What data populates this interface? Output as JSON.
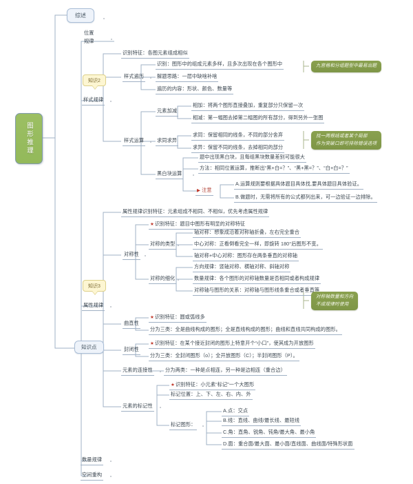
{
  "root": {
    "label": "图形推理"
  },
  "branches": {
    "overview": {
      "label": "综述"
    },
    "knowledge": {
      "label": "知识点"
    },
    "position": {
      "label_line1": "位置",
      "label_line2": "规律"
    },
    "style": {
      "label": "样式规律",
      "callout": "知识2"
    },
    "attribute": {
      "label": "属性规律",
      "callout": "知识3"
    },
    "quantity": {
      "label": "数量规律"
    },
    "spatial": {
      "label": "空间重构"
    }
  },
  "style_rule": {
    "identify_feature": "识别特征：各图元素组成相似",
    "traversal": {
      "label": "样式遍历",
      "items": [
        "识别：图形中的组成元素多样，且多次出现在各个图形中",
        "解题思路：一层中缺啥补啥",
        "遍历的内容：形状、颜色、数量等"
      ],
      "annotation": "九宫格和分组题型中最易出题"
    },
    "operation": {
      "label": "样式运算",
      "add_subtract": {
        "label": "元素加减",
        "items": [
          "相加：将两个图形直接叠加，重复部分只保留一次",
          "相减：第一幅图去掉第二幅图的所有部分，得到另外一张图"
        ]
      },
      "same_diff": {
        "label": "求同求异",
        "items": [
          "求同：保留相同的线条，不同的部分舍弃",
          "求异：保留不同的线条，去掉相同的部分"
        ],
        "annotation_line1": "找一两根线或者某个局部",
        "annotation_line2": "作为突破口即可排除错误选项"
      },
      "black_white": {
        "label": "黑白块运算",
        "items": [
          "题中出现黑白块，且每组黑块数量差别可能很大",
          "方法：相同位置运算，推断出“黑+白=？”、“黑+黑=？”、“白+白=？”"
        ],
        "note_label": "注意",
        "notes": [
          "A.运算规则要根据具体题目具体找,要具体题目具体验证。",
          "B.做题时，无需将所有的公式都列出来，可一边验证一边排除。"
        ]
      }
    }
  },
  "attribute_rule": {
    "identify_feature": "属性规律识别特征：元素组成不相同、不相似，优先考虑属性规律",
    "symmetry": {
      "label": "对称性",
      "identify_feature": "识别特征：题目中图形有明显的对称特征",
      "types": {
        "label": "对称的类型",
        "items": [
          "轴对称：想象成沿着对称轴折叠，左右完全重合",
          "中心对称：正看倒看完全一样，即旋转 180°后图形不变。",
          "轴对称+中心对称：图形存在两条垂直的对称轴"
        ]
      },
      "details": {
        "label": "对称的细化",
        "items": [
          "方向规律：竖轴对称、横轴对称、斜轴对称",
          "数量规律：各个图形的对称轴数量是否相同或者构成规律",
          "对称轴与图形的关系：对称轴与图形线条重合或者垂直等"
        ],
        "annotation_line1": "对称轴数量和方向",
        "annotation_line2": "不成规律时使用"
      }
    },
    "curvature": {
      "label": "曲直性",
      "identify_feature": "识别特征：圆或弧线多",
      "detail": "分为三类：全是曲线构成的图形；全是直线构成的图形；曲线和直线共同构成的图形。"
    },
    "closure": {
      "label": "封闭性",
      "identify_feature": "识别特征：在某个接近封闭的图形上特意开个“小口”，使其成为开放图形",
      "detail": "分为三类：全封闭图形（o）；全开放图形（C）；半封闭图形（P）。"
    },
    "connectivity": {
      "label": "元素的连接性",
      "detail": "分为两类：一种是点相连，另一种是边相连（重合边）"
    },
    "marking": {
      "label": "元素的标记性",
      "identify_feature": "识别特征：小元素“标记”一个大图形",
      "position": {
        "label": "标记位置：上、下、左、右、内、外"
      },
      "shapes": {
        "label": "标记图形：",
        "items": [
          "A.点：交点",
          "B.线：直线、曲线/最长线、最短线",
          "C.角：直角、锐角、钝角/最大角、最小角",
          "D.面：重合面/最大面、最小面/直线面、曲线面/特殊形状面"
        ]
      }
    }
  },
  "colors": {
    "root_green": "#93b95a",
    "annotation_green": "#7e9647",
    "callout_yellow": "#fdf6d2",
    "line_blue": "#9fb0c4",
    "accent_red": "#c0392b"
  }
}
